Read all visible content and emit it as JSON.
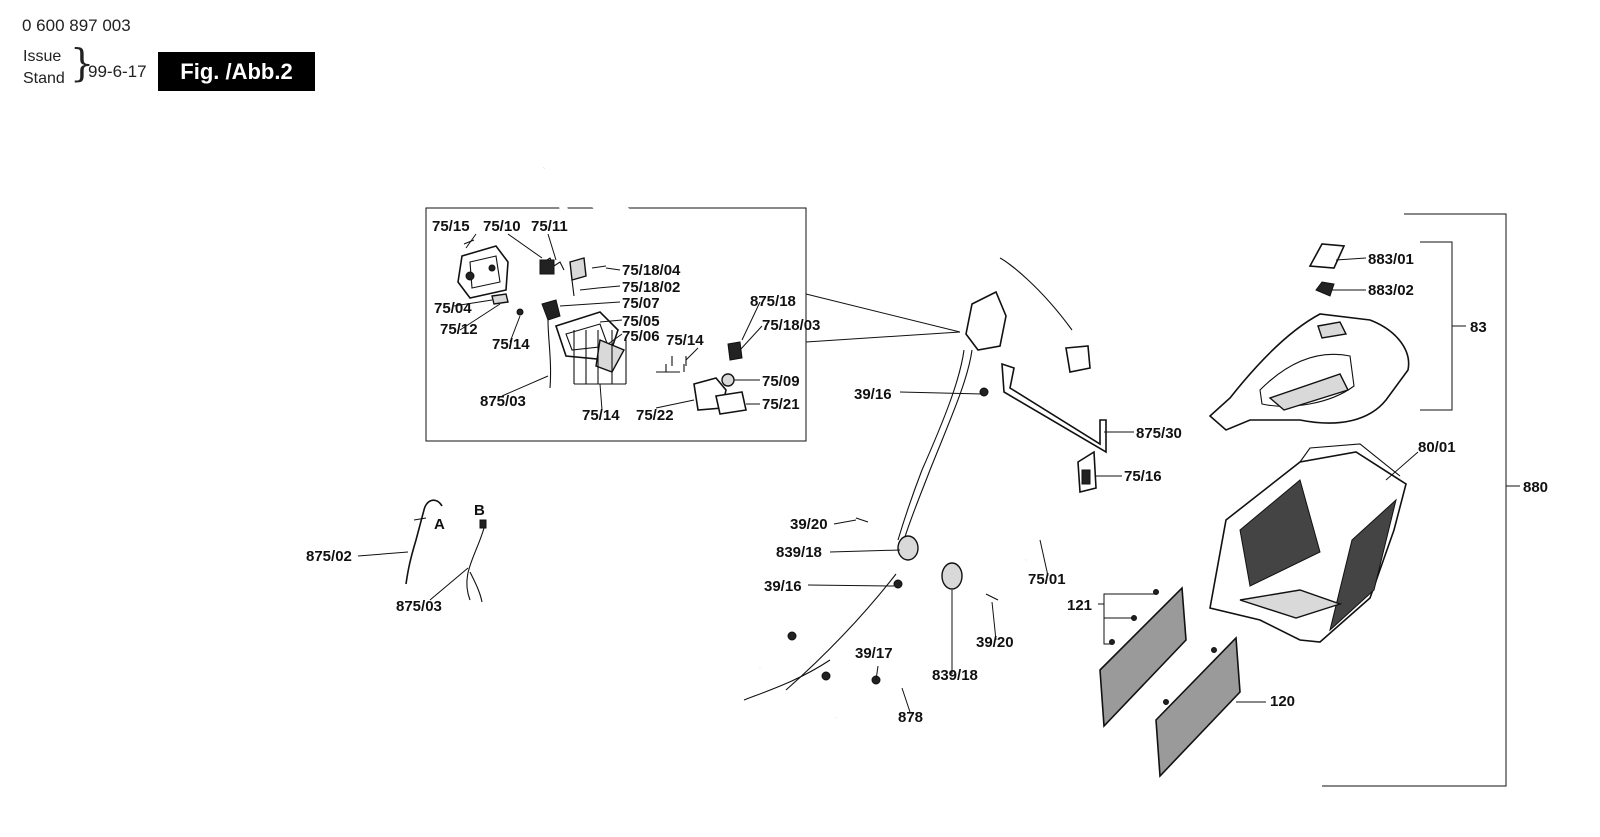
{
  "header": {
    "doc_number": "0 600 897 003",
    "issue_label": "Issue",
    "stand_label": "Stand",
    "brace": "}",
    "issue_date": "99-6-17",
    "figure": "Fig. /Abb.2"
  },
  "labels": {
    "p75_15": "75/15",
    "p75_10": "75/10",
    "p75_11": "75/11",
    "p75_18_04": "75/18/04",
    "p75_18_02": "75/18/02",
    "p75_07": "75/07",
    "p75_05": "75/05",
    "p75_06": "75/06",
    "p75_14_top": "75/14",
    "p875_18": "875/18",
    "p75_18_03": "75/18/03",
    "p75_04": "75/04",
    "p75_12": "75/12",
    "p75_14_mid": "75/14",
    "p875_03_inset": "875/03",
    "p75_14_bottom": "75/14",
    "p75_22": "75/22",
    "p75_09": "75/09",
    "p75_21": "75/21",
    "p39_16_upper": "39/16",
    "p875_30": "875/30",
    "p75_16": "75/16",
    "p39_20_left": "39/20",
    "p839_18_left": "839/18",
    "p39_16_lower": "39/16",
    "p39_20_right": "39/20",
    "p39_17": "39/17",
    "p839_18_right": "839/18",
    "p878": "878",
    "p75_01": "75/01",
    "p883_01": "883/01",
    "p883_02": "883/02",
    "p83": "83",
    "p80_01": "80/01",
    "p880": "880",
    "p121": "121",
    "p120": "120",
    "p875_02": "875/02",
    "p875_03_cable": "875/03",
    "marker_a": "A",
    "marker_b": "B"
  }
}
